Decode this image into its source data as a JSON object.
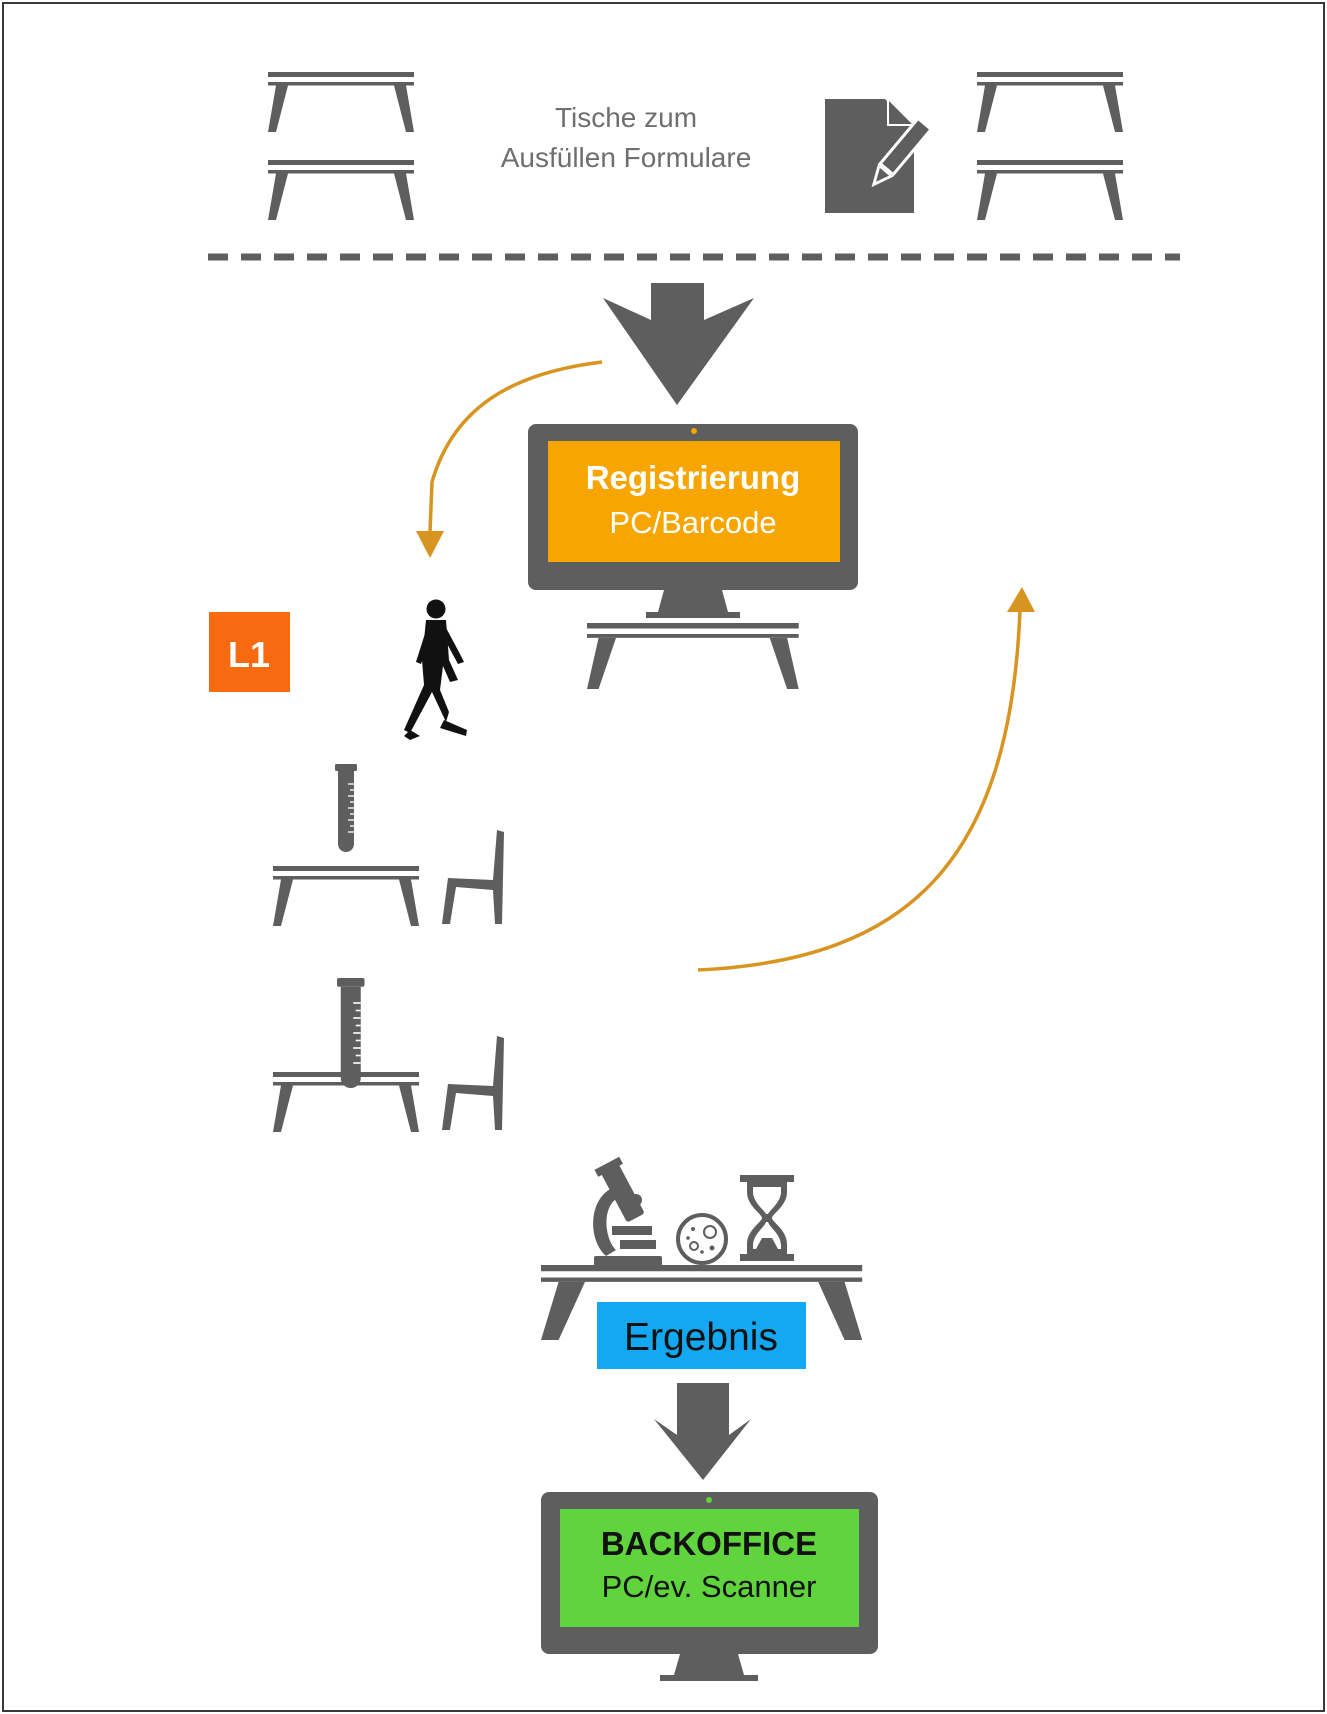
{
  "forms_area": {
    "label_line1": "Tische zum",
    "label_line2": "Ausfüllen Formulare",
    "icon": "document-edit-icon"
  },
  "registration": {
    "title": "Registrierung",
    "subtitle": "PC/Barcode"
  },
  "lane_badge": {
    "text": "L1"
  },
  "result": {
    "label": "Ergebnis"
  },
  "backoffice": {
    "title": "BACKOFFICE",
    "subtitle": "PC/ev. Scanner"
  },
  "colors": {
    "icon_gray": "#5e5e5e",
    "label_gray": "#6f6f6f",
    "registration_orange": "#f7a500",
    "lane_badge_orange": "#f76a10",
    "flow_arrow_orange": "#d89420",
    "result_blue": "#14a8f2",
    "backoffice_green": "#5fd43c",
    "frame": "#3a3a3a"
  }
}
